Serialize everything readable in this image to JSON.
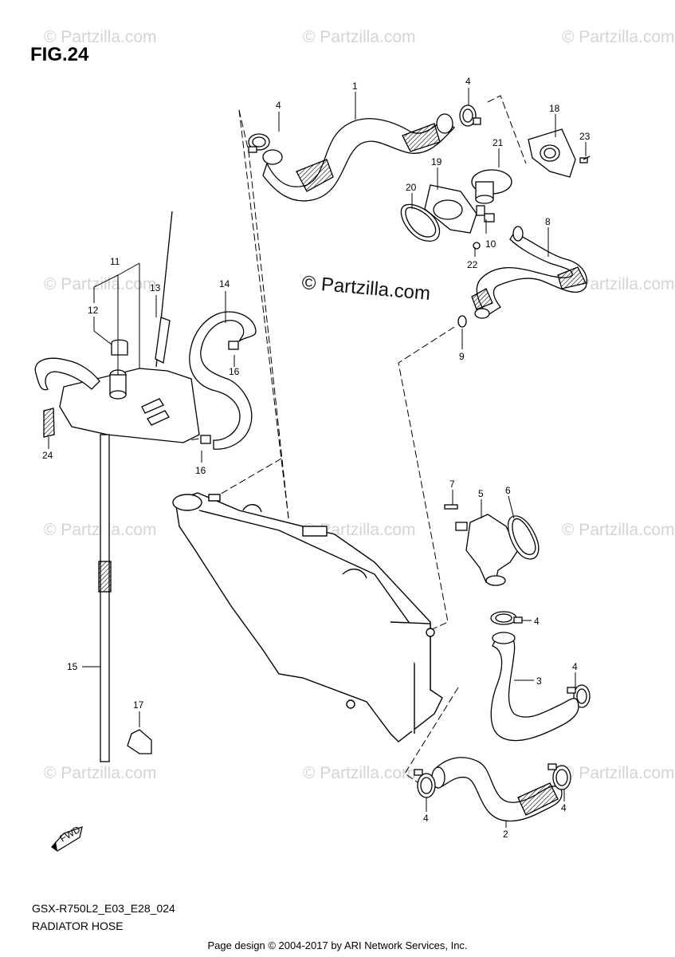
{
  "figure": {
    "title": "FIG.24",
    "model_code": "GSX-R750L2_E03_E28_024",
    "subtitle": "RADIATOR HOSE"
  },
  "watermarks": {
    "corner_text": "© Partzilla.com",
    "center_text": "© Partzilla.com"
  },
  "callouts": {
    "c1": "1",
    "c2": "2",
    "c3": "3",
    "c4a": "4",
    "c4b": "4",
    "c4c": "4",
    "c4d": "4",
    "c4e": "4",
    "c4f": "4",
    "c5": "5",
    "c6": "6",
    "c7": "7",
    "c8": "8",
    "c9": "9",
    "c10": "10",
    "c11": "11",
    "c12": "12",
    "c13": "13",
    "c14": "14",
    "c15": "15",
    "c16a": "16",
    "c16b": "16",
    "c17": "17",
    "c18": "18",
    "c19": "19",
    "c20": "20",
    "c21": "21",
    "c22": "22",
    "c23": "23",
    "c24": "24"
  },
  "fwd_label": "FWD",
  "footer": "Page design © 2004-2017 by ARI Network Services, Inc."
}
